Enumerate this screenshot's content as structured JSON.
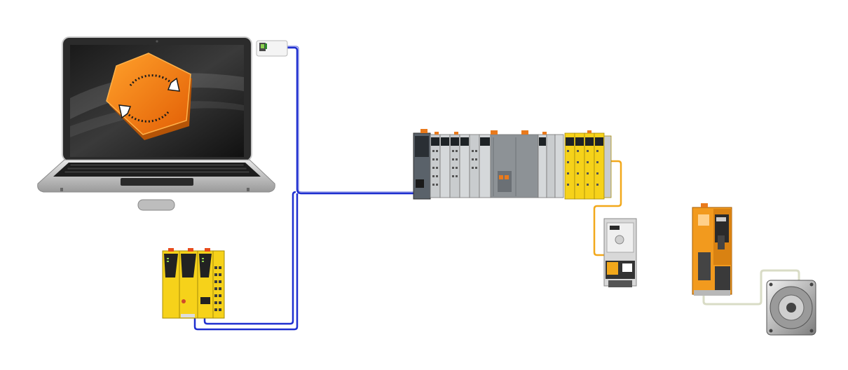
{
  "diagram": {
    "nodes": [
      {
        "id": "laptop",
        "kind": "laptop with configuration software icon"
      },
      {
        "id": "connector-tag",
        "kind": "network port card"
      },
      {
        "id": "safety-controller",
        "kind": "yellow safety PLC modules"
      },
      {
        "id": "io-rack",
        "kind": "modular PLC I/O rack"
      },
      {
        "id": "frequency-inverter",
        "kind": "frequency inverter"
      },
      {
        "id": "servo-drive",
        "kind": "orange servo drive"
      },
      {
        "id": "servo-motor",
        "kind": "servo motor"
      }
    ],
    "connections": [
      {
        "from": "connector-tag",
        "to": "io-rack",
        "color": "#1f2fd0"
      },
      {
        "from": "safety-controller",
        "to": "io-rack",
        "color": "#1f2fd0"
      },
      {
        "from": "io-rack",
        "to": "frequency-inverter",
        "color": "#f2a81b"
      },
      {
        "from": "servo-drive",
        "to": "servo-motor",
        "color": "#d9dcc6"
      }
    ]
  },
  "colors": {
    "ethernet_cable": "#1f2fd0",
    "fieldbus_cable": "#f2a81b",
    "motor_cable": "#d9dcc6",
    "safety_yellow": "#f6d21a",
    "drive_orange": "#f29a1e",
    "software_orange": "#f47a14"
  },
  "icons": {
    "software": "sync-arrows-icon",
    "tag": "connector-icon"
  }
}
